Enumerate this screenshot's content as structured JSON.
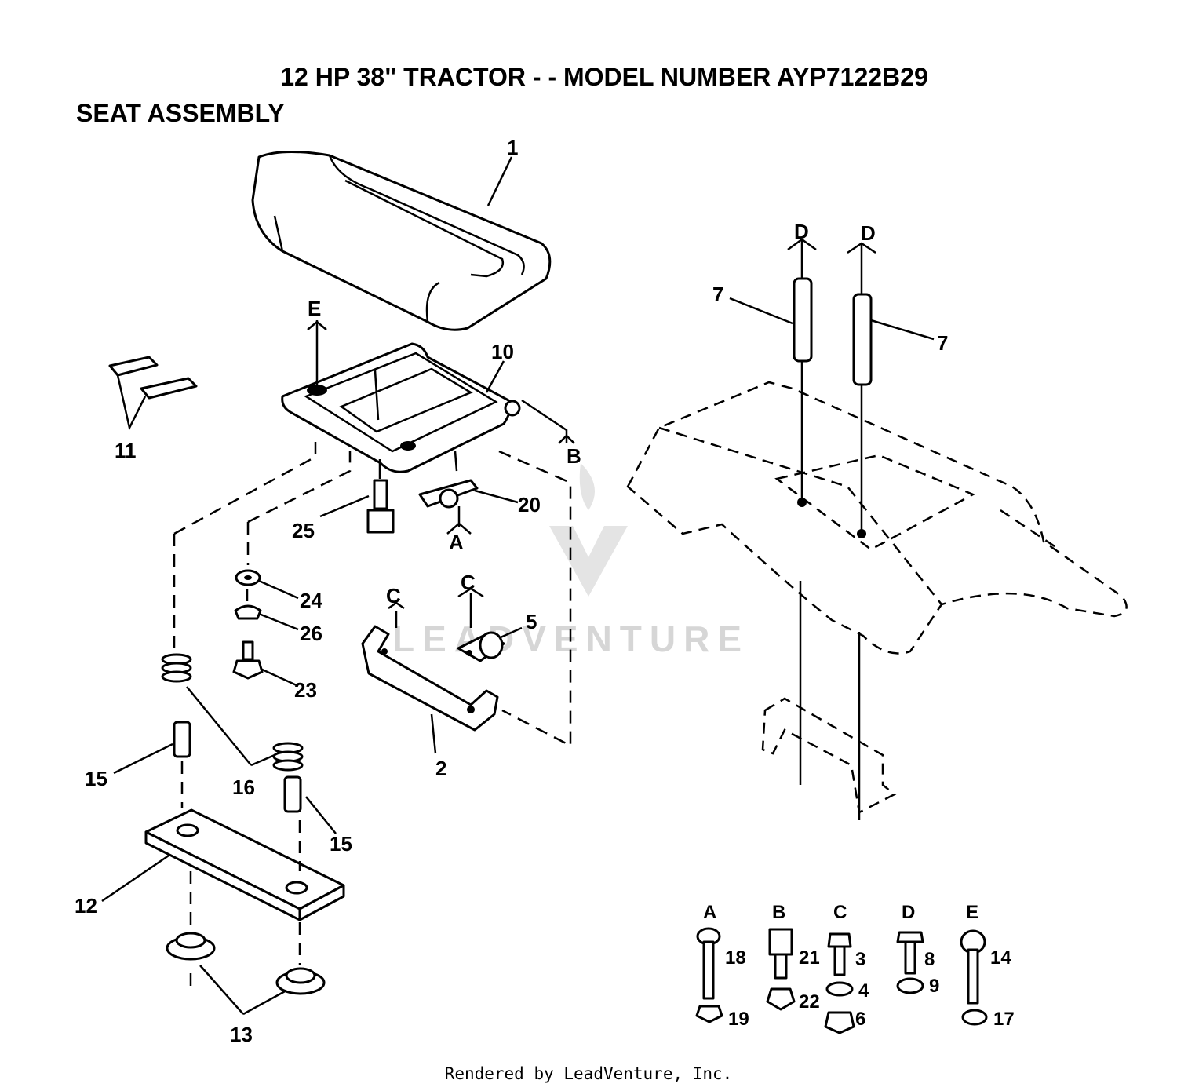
{
  "header": {
    "title": "12 HP 38\" TRACTOR - - MODEL NUMBER AYP7122B29",
    "section": "SEAT ASSEMBLY"
  },
  "watermark": "LEADVENTURE",
  "footer": "Rendered by LeadVenture, Inc.",
  "callouts": [
    "1",
    "10",
    "11",
    "B",
    "20",
    "A",
    "25",
    "24",
    "26",
    "23",
    "C",
    "C",
    "5",
    "2",
    "15",
    "16",
    "15",
    "12",
    "13",
    "7",
    "7",
    "D",
    "D",
    "E"
  ],
  "hardware_key": {
    "letters": [
      "A",
      "B",
      "C",
      "D",
      "E"
    ],
    "numbers": [
      "18",
      "19",
      "21",
      "22",
      "3",
      "4",
      "6",
      "8",
      "9",
      "14",
      "17"
    ]
  }
}
